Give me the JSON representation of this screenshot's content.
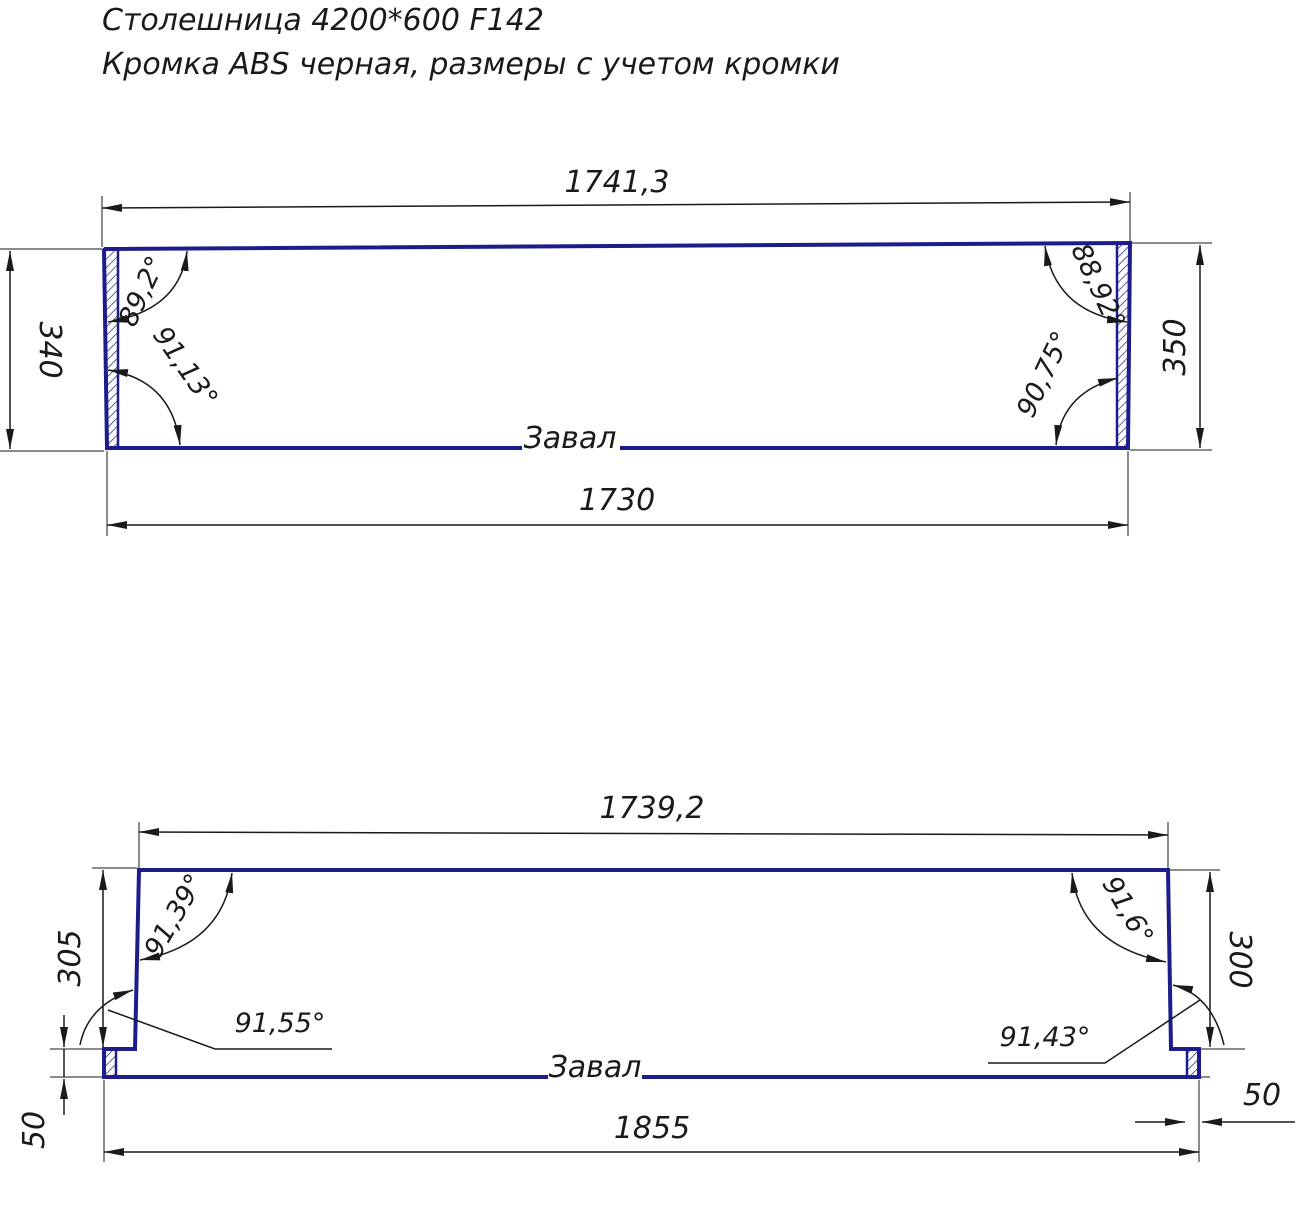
{
  "header": {
    "line1": "Столешница 4200*600 F142",
    "line2": "Кромка ABS черная, размеры с учетом кромки"
  },
  "part1": {
    "top_length": "1741,3",
    "bottom_length": "1730",
    "left_height": "340",
    "right_height": "350",
    "angle_top_left": "89,2°",
    "angle_bottom_left": "91,13°",
    "angle_top_right": "88,92°",
    "angle_bottom_right": "90,75°",
    "bottom_edge_label": "Завал"
  },
  "part2": {
    "top_length": "1739,2",
    "bottom_length": "1855",
    "left_height": "305",
    "right_height": "300",
    "left_step": "50",
    "right_step": "50",
    "angle_top_left": "91,39°",
    "angle_step_left": "91,55°",
    "angle_top_right": "91,6°",
    "angle_step_right": "91,43°",
    "bottom_edge_label": "Завал"
  },
  "colors": {
    "outline": "#1c1c8c",
    "dimension": "#1a1a1a"
  }
}
